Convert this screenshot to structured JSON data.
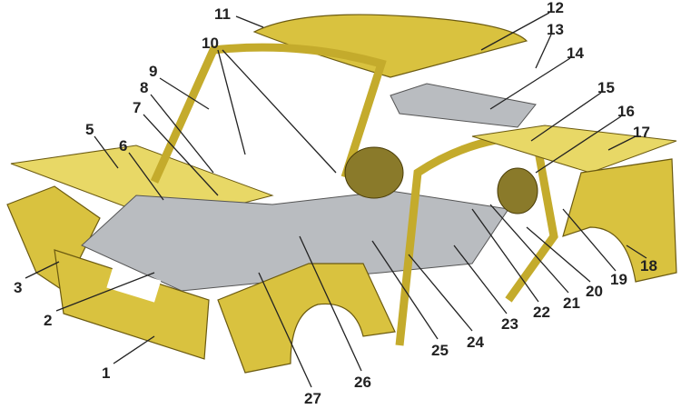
{
  "title": "Car body components exploded view",
  "colors": {
    "body": "#d9c23f",
    "interior": "#b9bcc0",
    "text": "#222222"
  },
  "callouts": [
    {
      "number": "1"
    },
    {
      "number": "2"
    },
    {
      "number": "3"
    },
    {
      "number": "5"
    },
    {
      "number": "6"
    },
    {
      "number": "7"
    },
    {
      "number": "8"
    },
    {
      "number": "9"
    },
    {
      "number": "10"
    },
    {
      "number": "11"
    },
    {
      "number": "12"
    },
    {
      "number": "13"
    },
    {
      "number": "14"
    },
    {
      "number": "15"
    },
    {
      "number": "16"
    },
    {
      "number": "17"
    },
    {
      "number": "18"
    },
    {
      "number": "19"
    },
    {
      "number": "20"
    },
    {
      "number": "21"
    },
    {
      "number": "22"
    },
    {
      "number": "23"
    },
    {
      "number": "24"
    },
    {
      "number": "25"
    },
    {
      "number": "26"
    },
    {
      "number": "27"
    }
  ]
}
